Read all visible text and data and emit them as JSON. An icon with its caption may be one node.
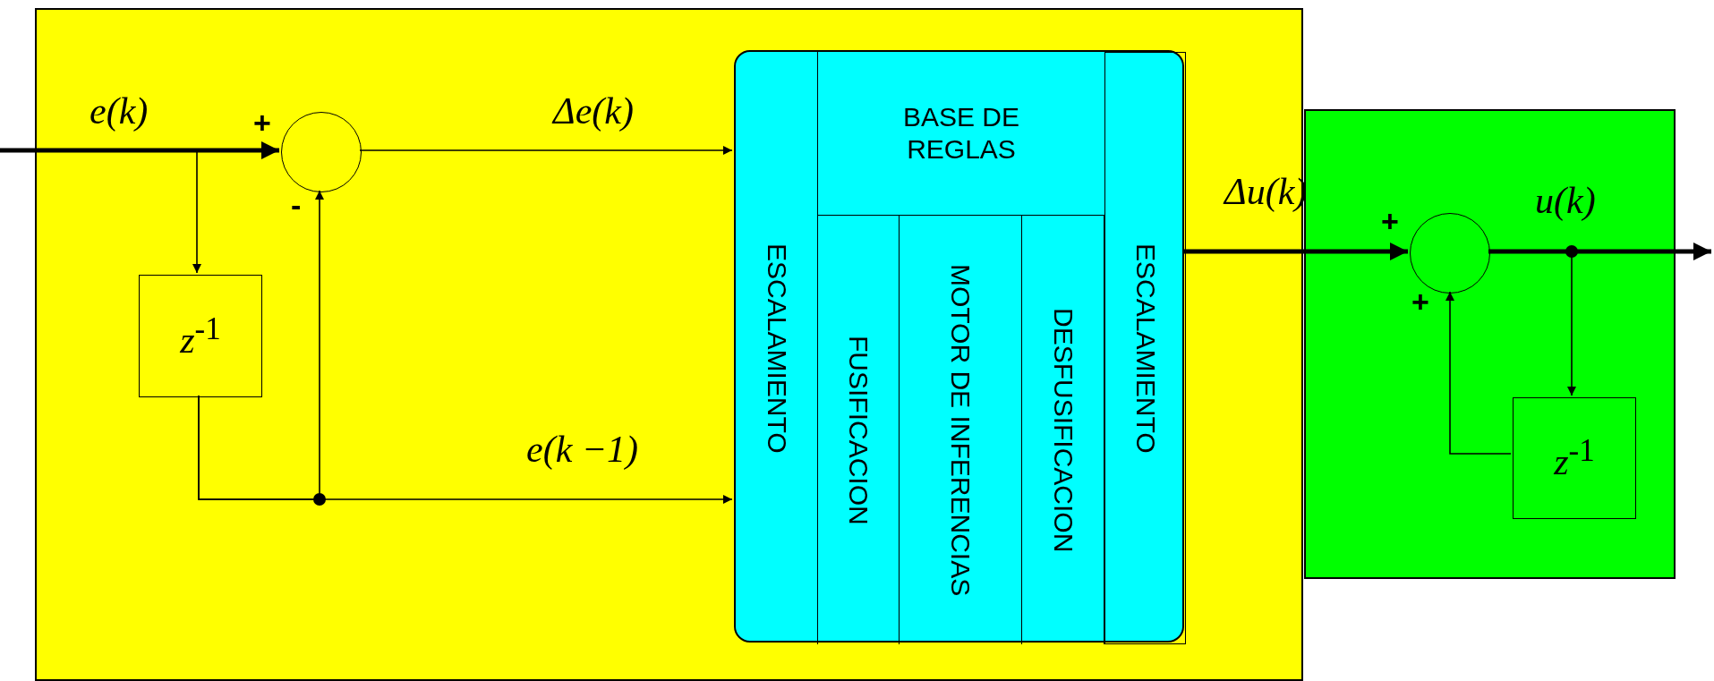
{
  "diagram": {
    "nodes": [
      {
        "text": [],
        "shape": "box"
      },
      {
        "text": [],
        "shape": "box"
      },
      {
        "text": [],
        "shape": "circle",
        "in": 0
      },
      {
        "text": [
          "*z*$^{-1}$"
        ],
        "in": 0
      },
      {
        "text": [],
        "shape": "box",
        "in": 0
      },
      {
        "text": [
          "ESCALAMIENTO"
        ],
        "in": 4
      },
      {
        "text": [
          "BASE DE REGLAS"
        ],
        "in": 4
      },
      {
        "text": [
          "FUSIFICACION"
        ],
        "in": 4
      },
      {
        "text": [
          "MOTOR DE INFERENCIAS"
        ],
        "in": 4
      },
      {
        "text": [
          "DESFUSIFICACION"
        ],
        "in": 4
      },
      {
        "text": [
          "ESCALAMIENTO"
        ],
        "in": 4
      },
      {
        "text": [],
        "shape": "circle",
        "in": 1
      },
      {
        "text": [
          "*z*$^{-1}$"
        ],
        "in": 1
      }
    ],
    "edges": [
      {
        "from": null,
        "to": 2,
        "arrow": "to",
        "label": "e(k)",
        "style": "thick"
      },
      {
        "from": null,
        "to": 3,
        "arrow": "to"
      },
      {
        "from": 2,
        "to": 5,
        "arrow": "to",
        "label": "Δe(k)"
      },
      {
        "from": 3,
        "to": 5,
        "arrow": "to",
        "label": "e(k −1)"
      },
      {
        "from": 3,
        "to": 2,
        "arrow": "to"
      },
      {
        "from": 10,
        "to": 11,
        "arrow": "to",
        "label": "Δu(k)",
        "style": "thick"
      },
      {
        "from": 11,
        "to": null,
        "arrow": "to",
        "label": "u(k)",
        "style": "thick"
      },
      {
        "from": 11,
        "to": 12,
        "arrow": "to"
      },
      {
        "from": 12,
        "to": 11,
        "arrow": "to"
      }
    ],
    "labels": [
      "+",
      "-",
      "+",
      "+"
    ]
  }
}
